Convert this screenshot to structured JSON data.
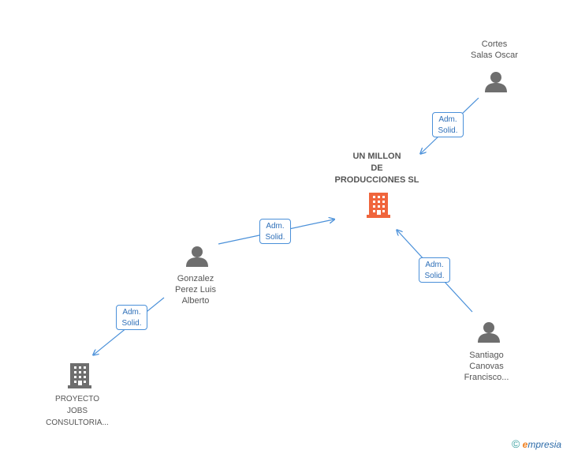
{
  "nodes": {
    "main": {
      "lines": [
        "UN MILLON",
        "DE",
        "PRODUCCIONES SL"
      ],
      "type": "company",
      "color": "#f0653c"
    },
    "cortes": {
      "lines": [
        "Cortes",
        "Salas Oscar"
      ],
      "type": "person"
    },
    "gonzalez": {
      "lines": [
        "Gonzalez",
        "Perez Luis",
        "Alberto"
      ],
      "type": "person"
    },
    "santiago": {
      "lines": [
        "Santiago",
        "Canovas",
        "Francisco..."
      ],
      "type": "person"
    },
    "proyecto": {
      "lines": [
        "PROYECTO",
        "JOBS",
        "CONSULTORIA..."
      ],
      "type": "company",
      "color": "#6e6e6e"
    }
  },
  "edges": [
    {
      "from": "cortes",
      "to": "main",
      "label": [
        "Adm.",
        "Solid."
      ]
    },
    {
      "from": "gonzalez",
      "to": "main",
      "label": [
        "Adm.",
        "Solid."
      ]
    },
    {
      "from": "santiago",
      "to": "main",
      "label": [
        "Adm.",
        "Solid."
      ]
    },
    {
      "from": "gonzalez",
      "to": "proyecto",
      "label": [
        "Adm.",
        "Solid."
      ]
    }
  ],
  "colors": {
    "edge": "#4a90d9",
    "person_icon": "#6e6e6e"
  },
  "footer": {
    "copyright": "©",
    "brand_first": "e",
    "brand_rest": "mpresia"
  }
}
